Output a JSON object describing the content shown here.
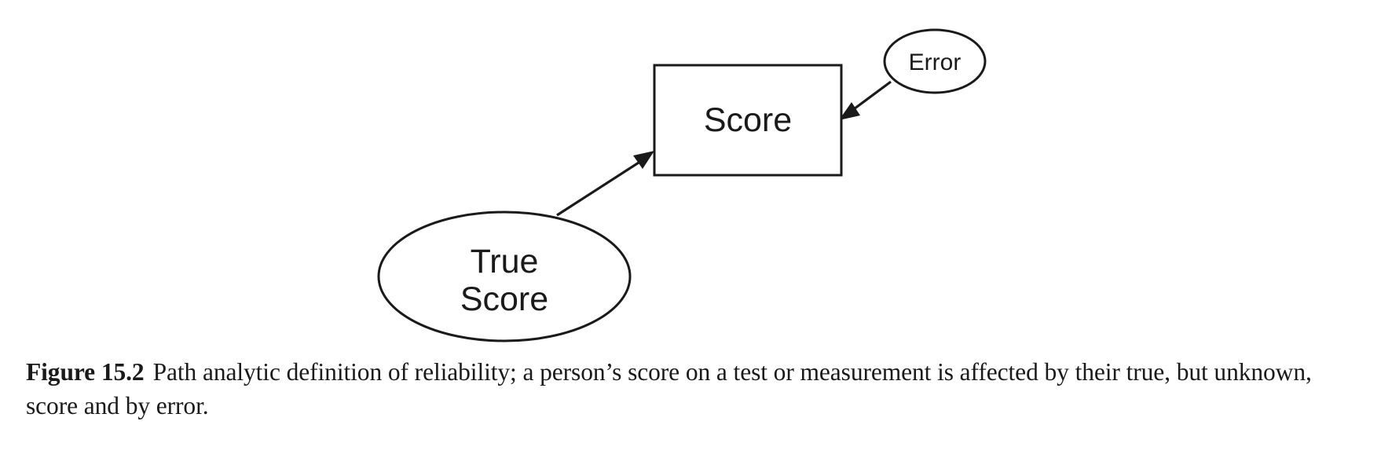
{
  "figure": {
    "diagram": {
      "type": "path-diagram",
      "nodes": [
        {
          "id": "score",
          "label": "Score",
          "shape": "rectangle",
          "role": "observed-variable"
        },
        {
          "id": "true_score",
          "label": "True\nScore",
          "label_line1": "True",
          "label_line2": "Score",
          "shape": "ellipse",
          "role": "latent-variable"
        },
        {
          "id": "error",
          "label": "Error",
          "shape": "ellipse",
          "role": "latent-variable"
        }
      ],
      "edges": [
        {
          "id": "true-score-to-score",
          "from": "true_score",
          "to": "score",
          "style": "single-headed-arrow"
        },
        {
          "id": "error-to-score",
          "from": "error",
          "to": "score",
          "style": "single-headed-arrow"
        }
      ],
      "colors": {
        "stroke": "#1a1a1a",
        "fill": "#ffffff",
        "background": "#ffffff"
      }
    },
    "caption": {
      "figure_number": "Figure 15.2",
      "text": "Path analytic definition of reliability; a person’s score on a test or measurement is affected by their true, but unknown, score and by error."
    }
  }
}
